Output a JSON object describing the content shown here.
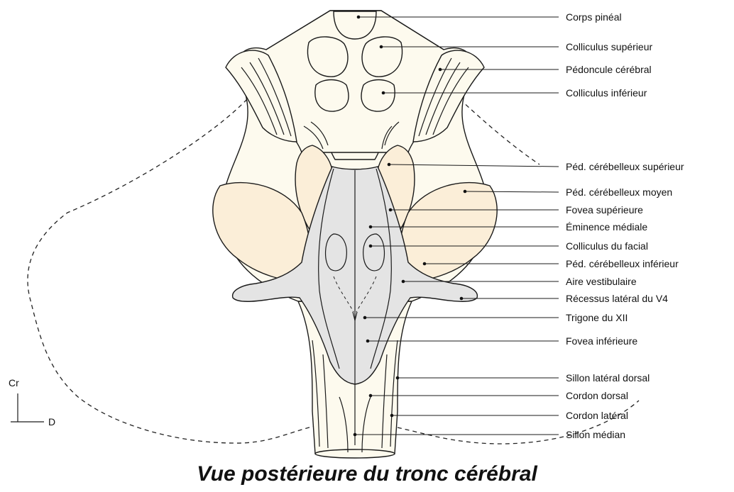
{
  "title": "Vue postérieure du tronc cérébral",
  "orientation": {
    "cranial": "Cr",
    "dorsal": "D"
  },
  "labels": [
    "Corps pinéal",
    "Colliculus supérieur",
    "Pédoncule cérébral",
    "Colliculus inférieur",
    "Péd. cérébelleux supérieur",
    "Péd. cérébelleux moyen",
    "Fovea supérieure",
    "Éminence médiale",
    "Colliculus du facial",
    "Péd. cérébelleux inférieur",
    "Aire vestibulaire",
    "Récessus latéral du V4",
    "Trigone du XII",
    "Fovea inférieure",
    "Sillon latéral dorsal",
    "Cordon dorsal",
    "Cordon latéral",
    "Sillon médian"
  ],
  "colors": {
    "tissue": "#fdfaee",
    "peduncle": "#fbeed8",
    "floor": "#e4e4e4",
    "outline": "#1a1a1a"
  }
}
